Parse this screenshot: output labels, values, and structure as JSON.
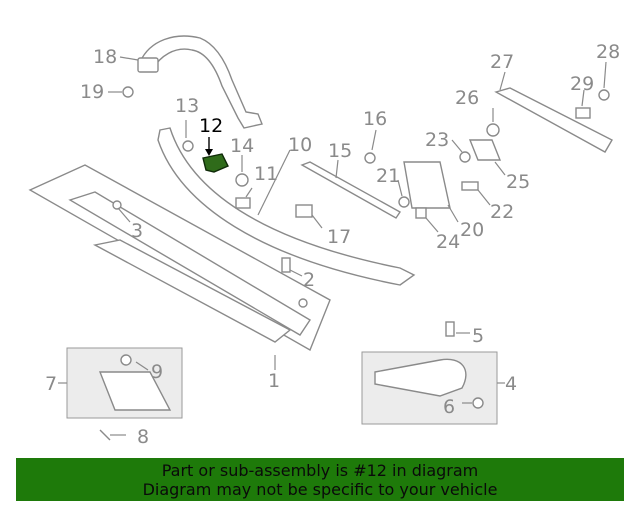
{
  "callouts": {
    "c1": "1",
    "c2": "2",
    "c3": "3",
    "c4": "4",
    "c5": "5",
    "c6": "6",
    "c7": "7",
    "c8": "8",
    "c9": "9",
    "c10": "10",
    "c11": "11",
    "c12": "12",
    "c13": "13",
    "c14": "14",
    "c15": "15",
    "c16": "16",
    "c17": "17",
    "c18": "18",
    "c19": "19",
    "c20": "20",
    "c21": "21",
    "c22": "22",
    "c23": "23",
    "c24": "24",
    "c25": "25",
    "c26": "26",
    "c27": "27",
    "c28": "28",
    "c29": "29"
  },
  "highlighted_part": "12",
  "colors": {
    "highlight_part": "#2f6b1a",
    "banner": "#1e7a0a",
    "linework": "#8a8a8a"
  },
  "banner": {
    "line1": "Part or sub-assembly is #12 in diagram",
    "line2": "Diagram may not be specific to your vehicle"
  }
}
